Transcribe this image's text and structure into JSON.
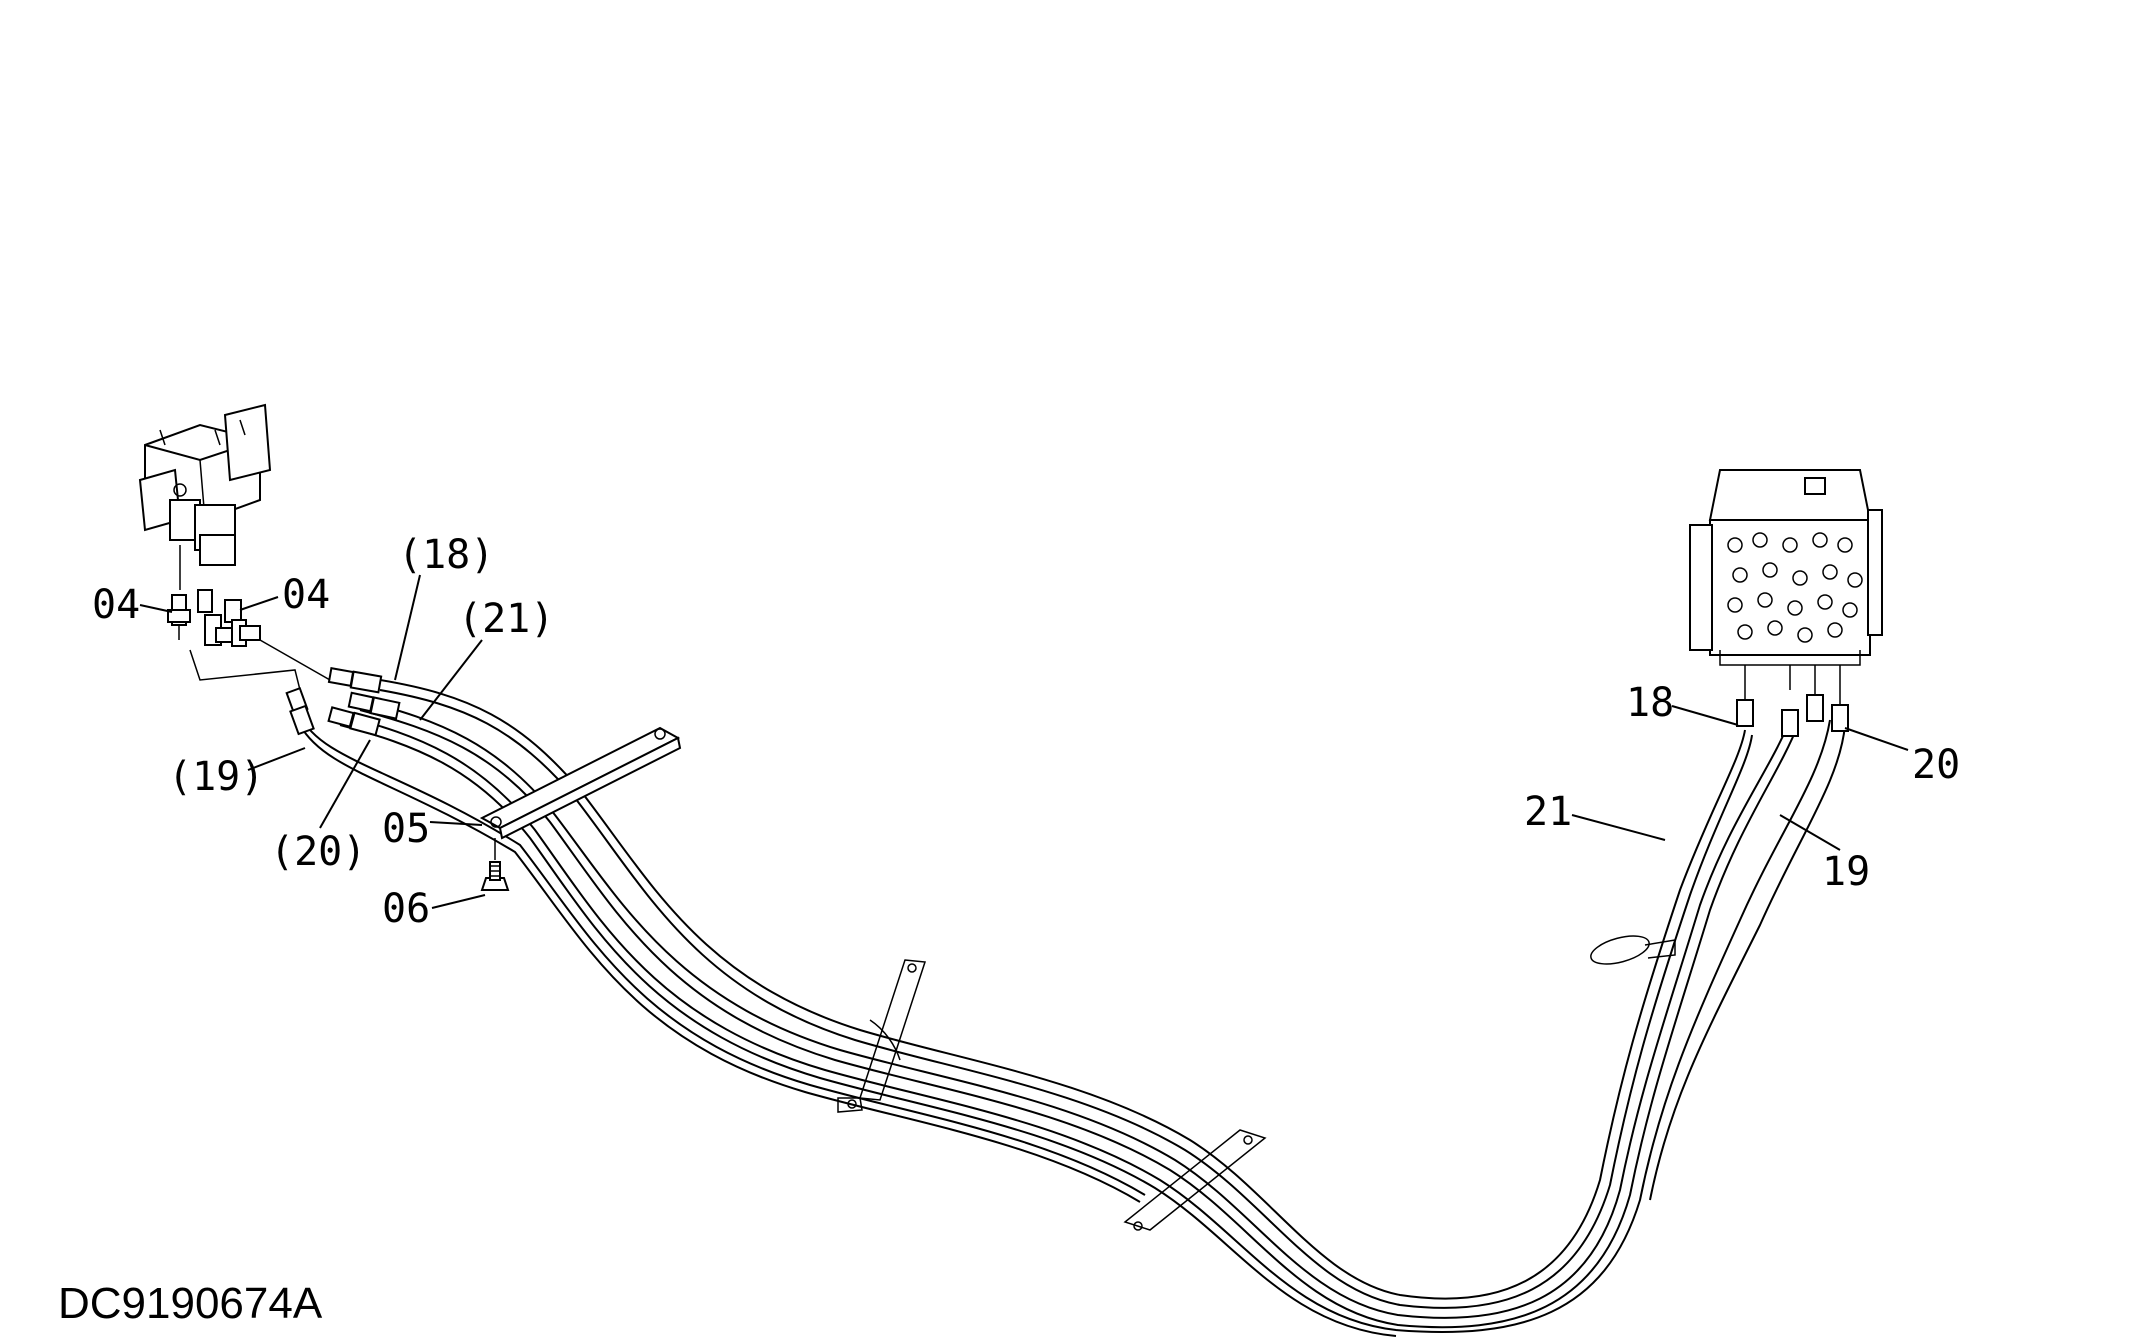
{
  "callouts": {
    "c04_left": "04",
    "c04_right": "04",
    "c18_paren": "(18)",
    "c21_paren": "(21)",
    "c19_paren": "(19)",
    "c20_paren": "(20)",
    "c05": "05",
    "c06": "06",
    "c18": "18",
    "c20": "20",
    "c21": "21",
    "c19": "19"
  },
  "document_id": "DC9190674A",
  "colors": {
    "line": "#000000",
    "background": "#ffffff"
  }
}
